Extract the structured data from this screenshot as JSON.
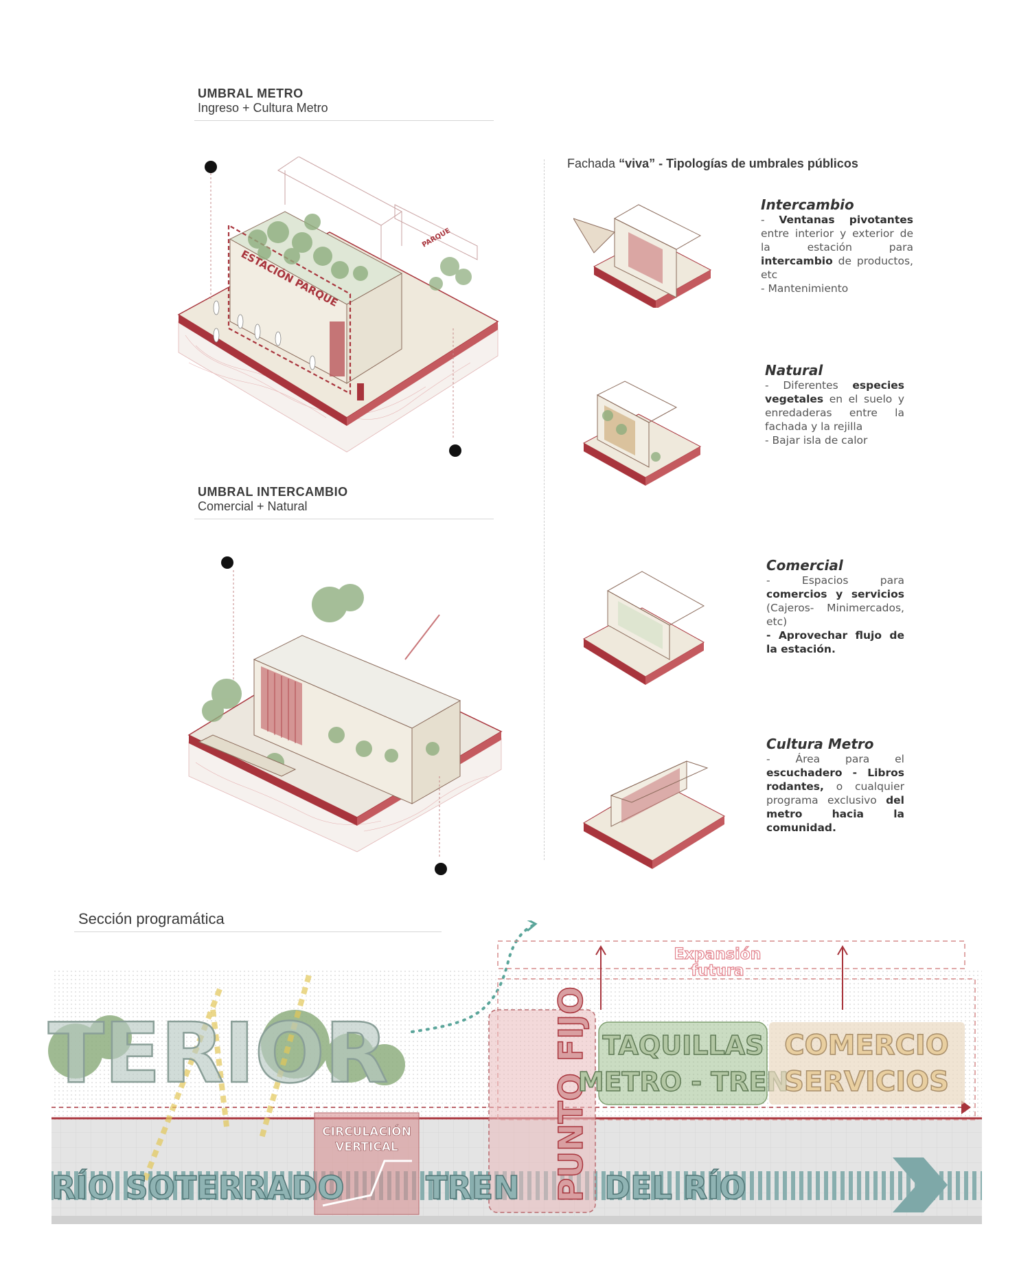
{
  "left": {
    "umbral_metro": {
      "title": "UMBRAL METRO",
      "subtitle": "Ingreso + Cultura Metro",
      "labels": {
        "station": "ESTACIÓN PARQUE",
        "parque": "PARQUE"
      }
    },
    "umbral_intercambio": {
      "title": "UMBRAL INTERCAMBIO",
      "subtitle": "Comercial + Natural"
    }
  },
  "right": {
    "heading_pre": "Fachada ",
    "heading_em": "“viva”",
    "heading_post": " - Tipologías de umbrales públicos",
    "types": [
      {
        "title": "Intercambio",
        "parts": [
          [
            "- ",
            false
          ],
          [
            "Ventanas pivotantes",
            true
          ],
          [
            " entre interior y exterior de la estación para ",
            false
          ],
          [
            "intercambio",
            true
          ],
          [
            " de productos, etc",
            false
          ],
          [
            "\n- Mantenimiento",
            false
          ]
        ]
      },
      {
        "title": "Natural",
        "parts": [
          [
            "- Diferentes ",
            false
          ],
          [
            "especies vegetales",
            true
          ],
          [
            " en el suelo y enredaderas entre la fachada y la rejilla",
            false
          ],
          [
            "\n- Bajar isla de calor",
            false
          ]
        ]
      },
      {
        "title": "Comercial",
        "parts": [
          [
            "- Espacios para ",
            false
          ],
          [
            "comercios y servicios",
            true
          ],
          [
            " (Cajeros- Minimercados, etc)",
            false
          ],
          [
            "\n- Aprovechar flujo de la estación.",
            true
          ]
        ]
      },
      {
        "title": "Cultura Metro",
        "parts": [
          [
            "- Área para el ",
            false
          ],
          [
            "escuchadero - Libros rodantes,",
            true
          ],
          [
            " o cualquier programa exclusivo ",
            false
          ],
          [
            "del metro hacia la comunidad.",
            true
          ]
        ]
      }
    ]
  },
  "section": {
    "title": "Sección programática",
    "exterior": "TERIOR",
    "expansion_line1": "Expansión",
    "expansion_line2": "futura",
    "circulacion_line1": "CIRCULACIÓN",
    "circulacion_line2": "VERTICAL",
    "punto_fijo": "PUNTO FIJO",
    "taquillas_line1": "TAQUILLAS",
    "taquillas_line2": "METRO - TREN",
    "comercio_line1": "COMERCIO",
    "comercio_line2": "SERVICIOS",
    "soterrado": "RÍO SOTERRADO",
    "tren": "TREN",
    "del_rio": "DEL RÍO"
  },
  "colors": {
    "accent_red": "#a8343c",
    "pale_red": "#e9b9bb",
    "green": "#9fbf8f",
    "tan": "#e9d9c0",
    "teal": "#7ea8a8"
  }
}
